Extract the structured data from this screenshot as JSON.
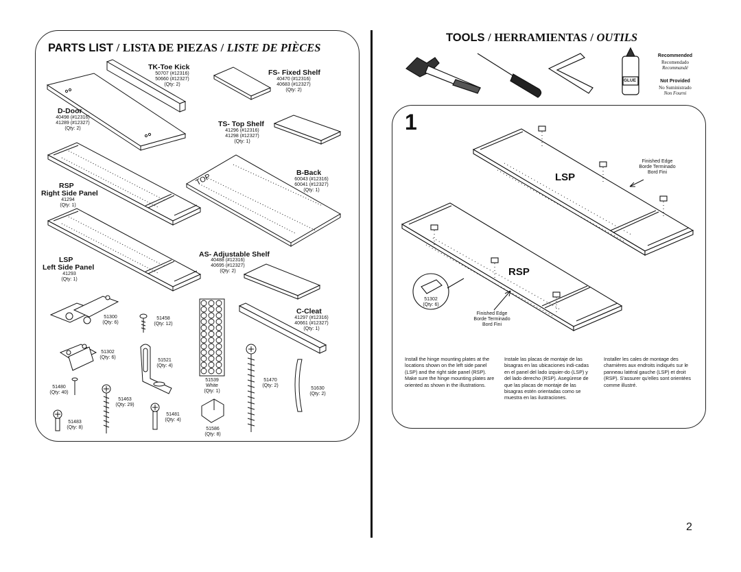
{
  "parts_list": {
    "title_en": "PARTS LIST",
    "sep": "/",
    "title_es": "LISTA DE PIEZAS",
    "title_fr": "LISTE DE PIÈCES",
    "tk": {
      "name": "TK-Toe Kick",
      "line1": "50707 (#12316)",
      "line2": "50660 (#12327)",
      "qty": "(Qty: 2)"
    },
    "fs": {
      "name": "FS- Fixed Shelf",
      "line1": "40470 (#12316)",
      "line2": "40683 (#12327)",
      "qty": "(Qty: 2)"
    },
    "d": {
      "name": "D-Door",
      "line1": "40498 (#12316)",
      "line2": "41289 (#12327)",
      "qty": "(Qty: 2)"
    },
    "ts": {
      "name": "TS- Top Shelf",
      "line1": "41296 (#12316)",
      "line2": "41298 (#12327)",
      "qty": "(Qty: 1)"
    },
    "b": {
      "name": "B-Back",
      "line1": "60043 (#12316)",
      "line2": "60041 (#12327)",
      "qty": "(Qty: 1)",
      "top_mark": "TOP"
    },
    "rsp": {
      "code": "RSP",
      "name": "Right Side Panel",
      "part": "41294",
      "qty": "(Qty: 1)"
    },
    "lsp": {
      "code": "LSP",
      "name": "Left Side Panel",
      "part": "41293",
      "qty": "(Qty: 1)"
    },
    "as": {
      "name": "AS- Adjustable Shelf",
      "line1": "40488 (#12316)",
      "line2": "40695 (#12327)",
      "qty": "(Qty: 2)"
    },
    "cc": {
      "name": "C-Cleat",
      "line1": "41297 (#12316)",
      "line2": "40661 (#12327)",
      "qty": "(Qty: 1)"
    },
    "hw": {
      "h51300": {
        "part": "51300",
        "qty": "(Qty: 6)"
      },
      "h51458": {
        "part": "51458",
        "qty": "(Qty: 12)"
      },
      "h51302": {
        "part": "51302",
        "qty": "(Qty: 6)"
      },
      "h51521": {
        "part": "51521",
        "qty": "(Qty: 4)"
      },
      "h51539": {
        "part": "51539",
        "color": "White",
        "qty": "(Qty: 1)"
      },
      "h51470": {
        "part": "51470",
        "qty": "(Qty: 2)"
      },
      "h51630": {
        "part": "51630",
        "qty": "(Qty: 2)"
      },
      "h51480": {
        "part": "51480",
        "qty": "(Qty: 40)"
      },
      "h51463": {
        "part": "51463",
        "qty": "(Qty: 29)"
      },
      "h51481": {
        "part": "51481",
        "qty": "(Qty: 4)"
      },
      "h51483": {
        "part": "51483",
        "qty": "(Qty: 8)"
      },
      "h51586": {
        "part": "51586",
        "qty": "(Qty: 8)"
      }
    }
  },
  "tools": {
    "title_en": "TOOLS",
    "sep": "/",
    "title_es": "HERRAMIENTAS",
    "title_fr": "OUTILS",
    "glue_label": "GLUE",
    "recommended": {
      "en": "Recommended",
      "es": "Recomendado",
      "fr": "Recommandé"
    },
    "not_provided": {
      "en": "Not Provided",
      "es": "No Suministrado",
      "fr": "Non Fourni"
    }
  },
  "step1": {
    "number": "1",
    "lsp_label": "LSP",
    "rsp_label": "RSP",
    "finished_edge_top": {
      "en": "Finished Edge",
      "es": "Borde Terminado",
      "fr": "Bord Fini"
    },
    "finished_edge_bottom": {
      "en": "Finished Edge",
      "es": "Borde Terminado",
      "fr": "Bord Fini"
    },
    "callout": {
      "part": "51302",
      "qty": "(Qty: 6)"
    },
    "instructions": {
      "en": "Install the hinge mounting plates at the locations shown on the left side panel (LSP) and the right side panel (RSP).  Make sure the hinge mounting plates are oriented as shown in the illustrations.",
      "es": "Instale las placas de montaje de las bisagras en las ubicaciones indi-cadas en el panel del lado izquier-do (LSP) y del lado derecho (RSP). Asegúrese de que las placas de montaje de las bisagras estén orientadas como se muestra en las ilustraciones.",
      "fr": "Installer les cales de montage des charnières aux endroits indiqués sur le panneau latéral gauche (LSP) et droit (RSP). S'assurer qu'elles sont orientées comme illustré."
    }
  },
  "page_number": "2"
}
